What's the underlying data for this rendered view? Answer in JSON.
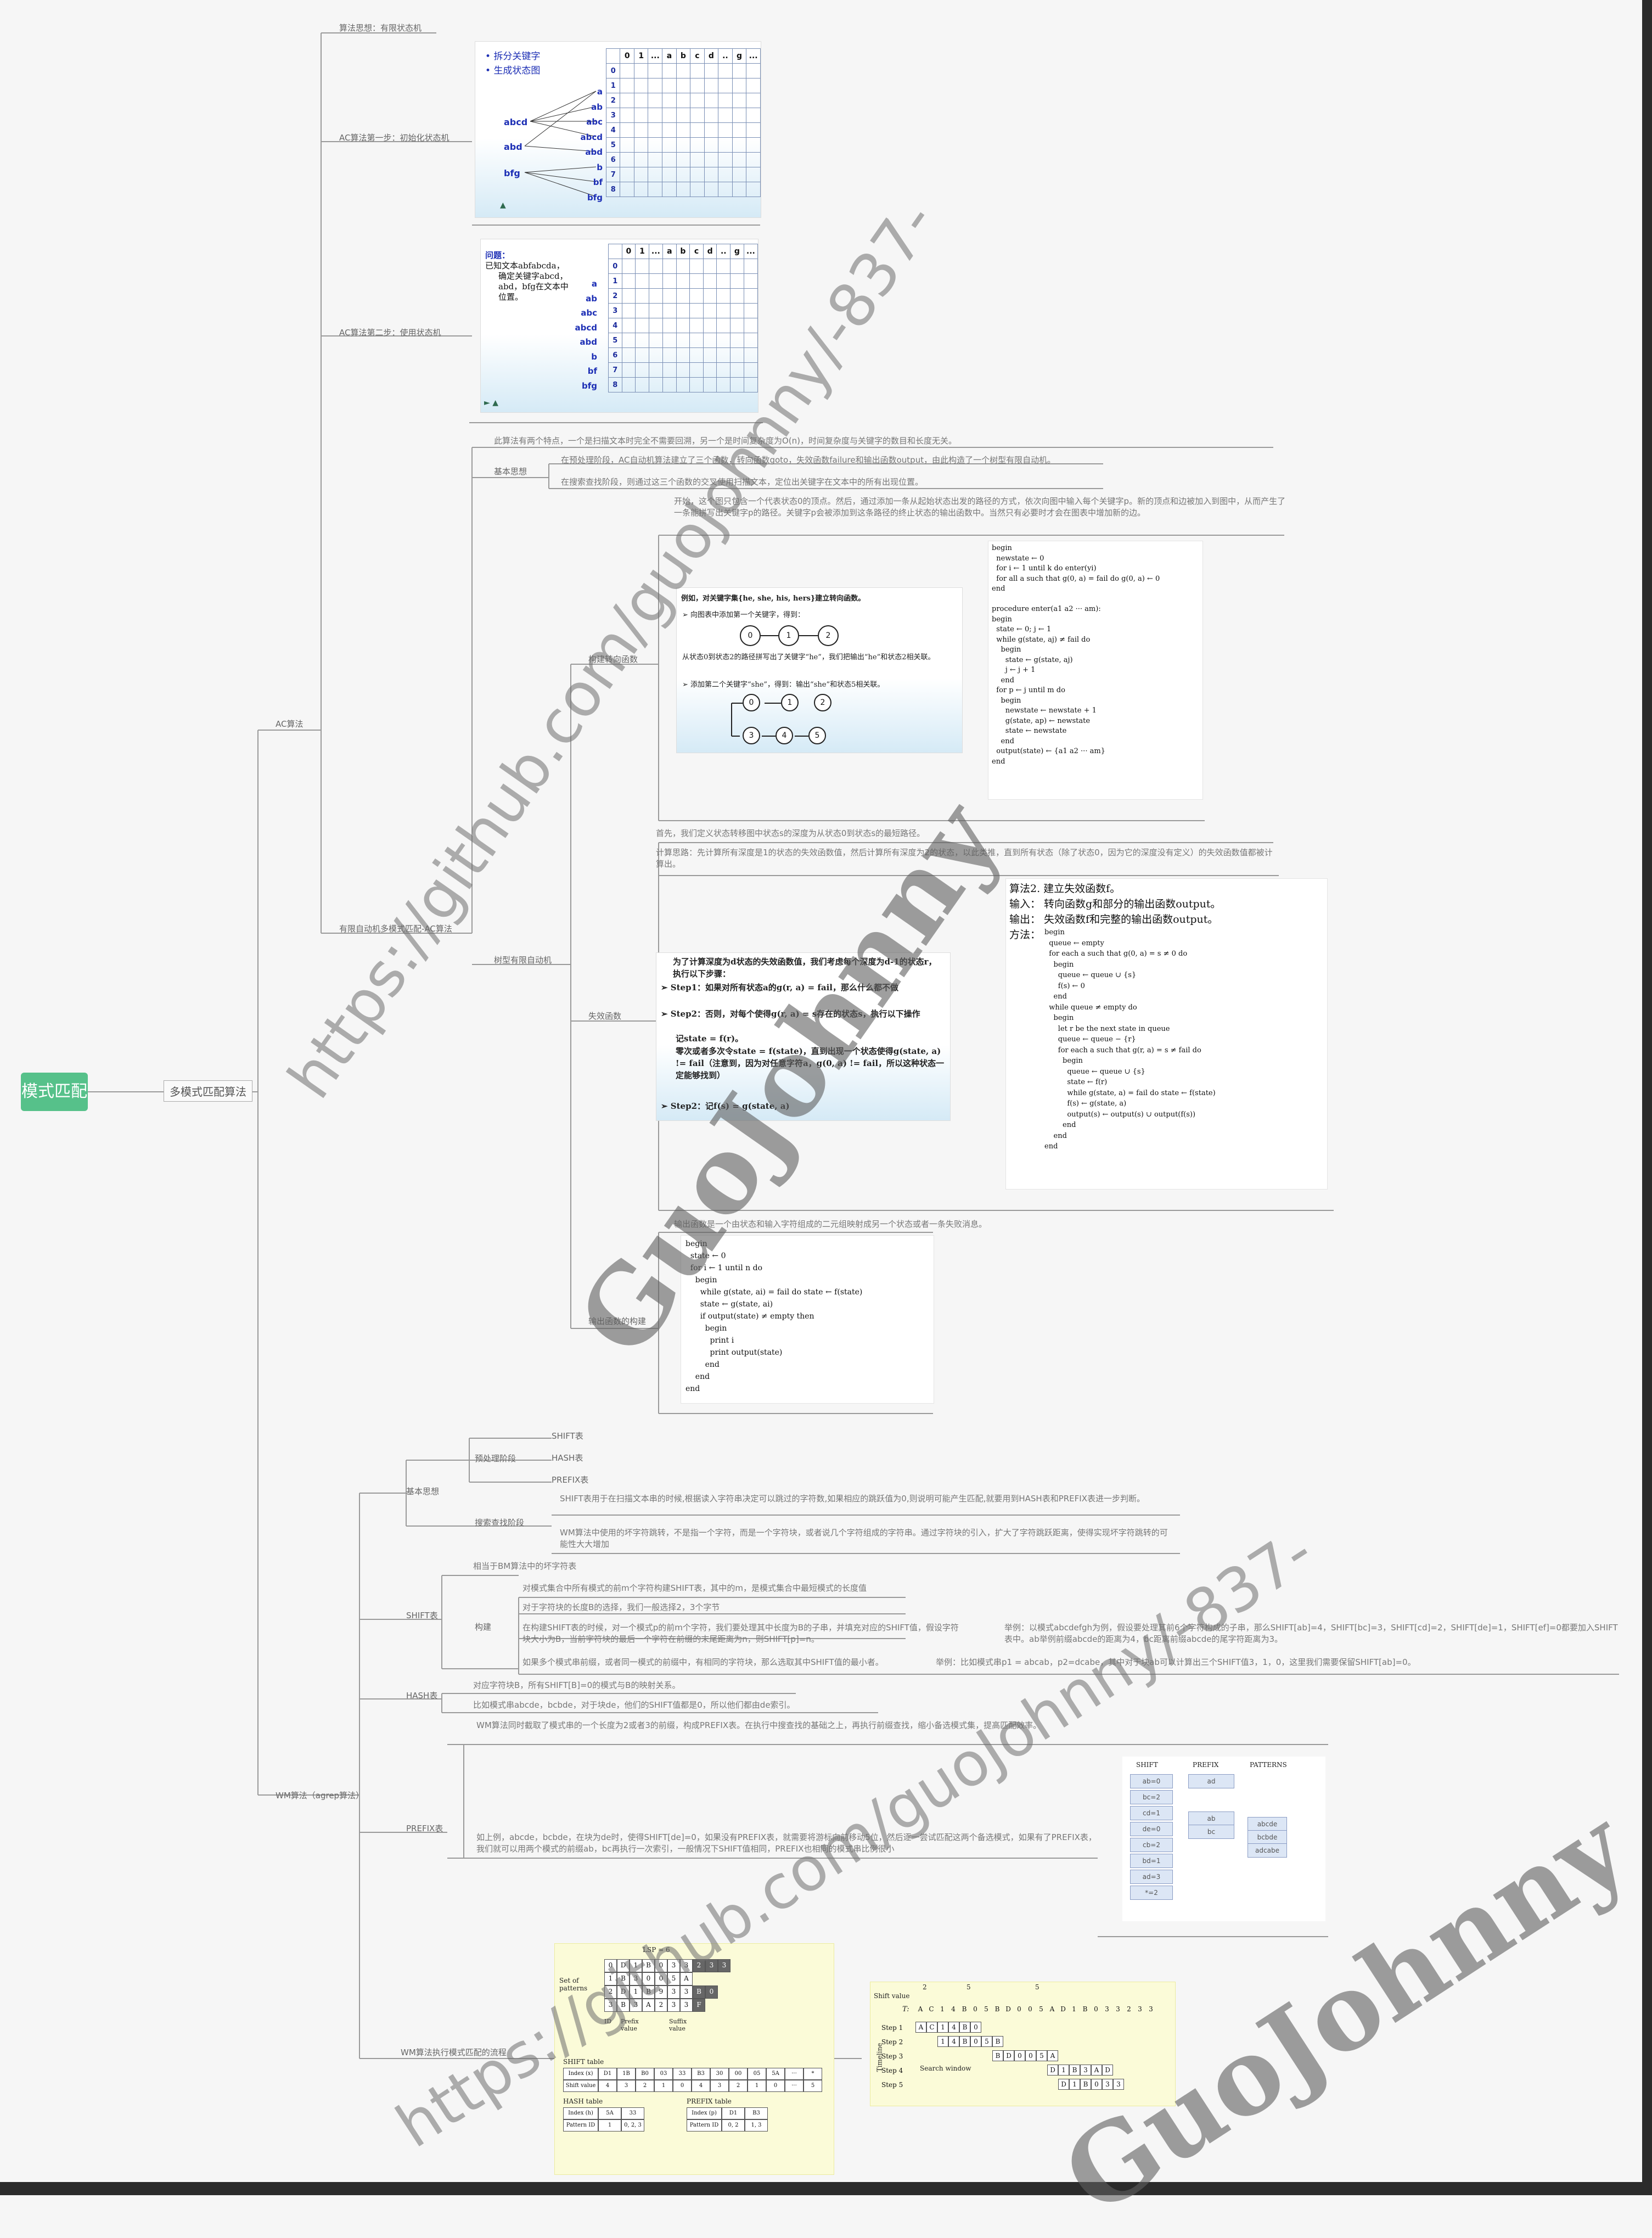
{
  "root": "模式匹配",
  "level1": "多模式匹配算法",
  "ac": {
    "label": "AC算法",
    "step_idea": "算法思想：有限状态机",
    "step1": "AC算法第一步：初始化状态机",
    "step2": "AC算法第二步：使用状态机",
    "fsm_label": "有限自动机多模式匹配-AC算法",
    "basic": {
      "label": "基本思想",
      "n1": "此算法有两个特点，一个是扫描文本时完全不需要回溯，另一个是时间复杂度为O(n)，时间复杂度与关键字的数目和长度无关。",
      "n2": "在预处理阶段，AC自动机算法建立了三个函数，转向函数goto，失效函数failure和输出函数output，由此构造了一个树型有限自动机。",
      "n3": "在搜索查找阶段，则通过这三个函数的交叉使用扫描文本，定位出关键字在文本中的所有出现位置。"
    },
    "tree": {
      "label": "树型有限自动机",
      "goto_label": "构建转向函数",
      "goto_note": "开始，这个图只包含一个代表状态0的顶点。然后，通过添加一条从起始状态出发的路径的方式，依次向图中输入每个关键字p。新的顶点和边被加入到图中，从而产生了一条能拼写出关键字p的路径。关键字p会被添加到这条路径的终止状态的输出函数中。当然只有必要时才会在图表中增加新的边。",
      "fail_label": "失效函数",
      "fail_n1": "首先，我们定义状态转移图中状态s的深度为从状态0到状态s的最短路径。",
      "fail_n2": "计算思路：先计算所有深度是1的状态的失效函数值，然后计算所有深度为2的状态，以此类推，直到所有状态（除了状态0，因为它的深度没有定义）的失效函数值都被计算出。",
      "out_label": "输出函数的构建",
      "out_note": "输出函数是一个由状态和输入字符组成的二元组映射成另一个状态或者一条失败消息。"
    },
    "slide1": {
      "bullets": [
        "拆分关键字",
        "生成状态图"
      ],
      "words": [
        "abcd",
        "abd",
        "bfg"
      ],
      "targets": [
        "a",
        "ab",
        "abc",
        "abcd",
        "abd",
        "b",
        "bf",
        "bfg"
      ]
    },
    "slide2": {
      "lines": [
        "问题：",
        "已知文本abfabcda，",
        "确定关键字abcd，",
        "abd，bfg在文本中",
        "位置。"
      ],
      "targets": [
        "a",
        "ab",
        "abc",
        "abcd",
        "abd",
        "b",
        "bf",
        "bfg"
      ]
    },
    "table_header": [
      "",
      "0",
      "1",
      "...",
      "a",
      "b",
      "c",
      "d",
      "..",
      "g",
      "..."
    ],
    "goto_slide": {
      "title": "例如，对关键字集{he, she, his, hers}建立转向函数。",
      "l1": "向图表中添加第一个关键字，得到：",
      "l2": "从状态0到状态2的路径拼写出了关键字“he”，我们把输出“he”和状态2相关联。",
      "l3": "添加第二个关键字“she”，得到：输出“she”和状态5相关联。"
    },
    "fail_slide": {
      "t1": "为了计算深度为d状态的失效函数值，我们考虑每个深度为d-1的状态r，执行以下步骤：",
      "s1": "Step1：如果对所有状态a的g(r, a) = fail，那么什么都不做",
      "s2": "Step2：否则，对每个使得g(r, a) = s存在的状态s，执行以下操作",
      "s3": "记state = f(r)。",
      "s4": "零次或者多次令state = f(state)，直到出现一个状态使得g(state, a) != fail（注意到，因为对任意字符a，g(0, a) != fail，所以这种状态一定能够找到）",
      "s5": "Step2：记f(s) = g(state, a)"
    },
    "alg1": "begin\n  newstate ← 0\n  for i ← 1 until k do enter(yi)\n  for all a such that g(0, a) = fail do g(0, a) ← 0\nend\n\nprocedure enter(a1 a2 ··· am):\nbegin\n  state ← 0; j ← 1\n  while g(state, aj) ≠ fail do\n    begin\n      state ← g(state, aj)\n      j ← j + 1\n    end\n  for p ← j until m do\n    begin\n      newstate ← newstate + 1\n      g(state, ap) ← newstate\n      state ← newstate\n    end\n  output(state) ← {a1 a2 ··· am}\nend",
    "alg2_head": [
      "算法2.  建立失效函数f。",
      "输入：  转向函数g和部分的输出函数output。",
      "输出：  失效函数f和完整的输出函数output。",
      "方法："
    ],
    "alg2": "begin\n  queue ← empty\n  for each a such that g(0, a) = s ≠ 0 do\n    begin\n      queue ← queue ∪ {s}\n      f(s) ← 0\n    end\n  while queue ≠ empty do\n    begin\n      let r be the next state in queue\n      queue ← queue − {r}\n      for each a such that g(r, a) = s ≠ fail do\n        begin\n          queue ← queue ∪ {s}\n          state ← f(r)\n          while g(state, a) = fail do state ← f(state)\n          f(s) ← g(state, a)\n          output(s) ← output(s) ∪ output(f(s))\n        end\n    end\nend",
    "alg3": "begin\n  state ← 0\n  for i ← 1 until n do\n    begin\n      while g(state, ai) = fail do state ← f(state)\n      state ← g(state, ai)\n      if output(state) ≠ empty then\n        begin\n          print i\n          print output(state)\n        end\n    end\nend"
  },
  "wm": {
    "label": "WM算法（agrep算法）",
    "basic": {
      "label": "基本思想",
      "pre_label": "预处理阶段",
      "pre_items": [
        "SHIFT表",
        "HASH表",
        "PREFIX表"
      ],
      "search_label": "搜索查找阶段",
      "search_n1": "SHIFT表用于在扫描文本串的时候,根据读入字符串决定可以跳过的字符数,如果相应的跳跃值为0,则说明可能产生匹配,就要用到HASH表和PREFIX表进一步判断。",
      "search_n2": "WM算法中使用的坏字符跳转，不是指一个字符，而是一个字符块，或者说几个字符组成的字符串。通过字符块的引入，扩大了字符跳跃距离，使得实现坏字符跳转的可能性大大增加"
    },
    "shift": {
      "label": "SHIFT表",
      "n1": "相当于BM算法中的坏字符表",
      "build_label": "构建",
      "b1": "对模式集合中所有模式的前m个字符构建SHIFT表，其中的m，是模式集合中最短模式的长度值",
      "b2": "对于字符块的长度B的选择，我们一般选择2，3个字节",
      "b3": "在构建SHIFT表的时候，对一个模式p的前m个字符，我们要处理其中长度为B的子串，并填充对应的SHIFT值，假设字符块大小为B，当前字符块的最后一个字符在前缀的末尾距离为n，则SHIFT[p]=n。",
      "b3_ex": "举例：以模式abcdefgh为例，假设要处理其前6个字符构成的子串，那么SHIFT[ab]=4，SHIFT[bc]=3，SHIFT[cd]=2，SHIFT[de]=1，SHIFT[ef]=0都要加入SHIFT表中。ab举例前缀abcde的距离为4，bc距离前缀abcde的尾字符距离为3。",
      "b4": "如果多个模式串前缀，或者同一模式的前缀中，有相同的字符块，那么选取其中SHIFT值的最小者。",
      "b4_ex": "举例：比如模式串p1 = abcab，p2=dcabe，其中对于块ab可以计算出三个SHIFT值3，1，0，这里我们需要保留SHIFT[ab]=0。"
    },
    "hash": {
      "label": "HASH表",
      "n1": "对应字符块B，所有SHIFT[B]=0的模式与B的映射关系。",
      "n2": "比如模式串abcde，bcbde，对于块de，他们的SHIFT值都是0，所以他们都由de索引。"
    },
    "prefix": {
      "label": "PREFIX表",
      "n1": "WM算法同时截取了模式串的一个长度为2或者3的前缀，构成PREFIX表。在执行中搜查找的基础之上，再执行前缀查找，缩小备选模式集，提高匹配效率。",
      "n2": "如上例，abcde，bcbde，在块为de时，使得SHIFT[de]=0，如果没有PREFIX表，就需要将游标向前移动5位，然后逐一尝试匹配这两个备选模式，如果有了PREFIX表，我们就可以用两个模式的前缀ab，bc再执行一次索引，一般情况下SHIFT值相同，PREFIX也相同的模式串比例很小",
      "fig_heads": [
        "SHIFT",
        "PREFIX",
        "PATTERNS"
      ],
      "fig_shift": [
        "ab=0",
        "bc=2",
        "cd=1",
        "de=0",
        "cb=2",
        "bd=1",
        "ad=3",
        "*=2"
      ],
      "fig_prefix": [
        "ad",
        "ab",
        "bc"
      ],
      "fig_patterns": [
        "abcde",
        "bcbde",
        "adcabe"
      ]
    },
    "flow": {
      "label": "WM算法执行模式匹配的流程",
      "set_label": "Set of patterns",
      "lsp": "LSP = 6",
      "id_label": "ID",
      "prefix_value": "Prefix value",
      "suffix_value": "Suffix value",
      "rows": [
        [
          "0",
          "D",
          "1",
          "B",
          "0",
          "3",
          "3",
          "2",
          "3",
          "3"
        ],
        [
          "1",
          "B",
          "3",
          "0",
          "0",
          "5",
          "A"
        ],
        [
          "2",
          "D",
          "1",
          "B",
          "9",
          "3",
          "3",
          "B",
          "0"
        ],
        [
          "3",
          "B",
          "3",
          "A",
          "2",
          "3",
          "3",
          "F"
        ]
      ],
      "shift_table": "SHIFT table",
      "shift_idx": [
        "Index (x)",
        "D1",
        "1B",
        "B0",
        "03",
        "33",
        "B3",
        "30",
        "00",
        "05",
        "5A",
        "···",
        "*"
      ],
      "shift_val": [
        "Shift value",
        "4",
        "3",
        "2",
        "1",
        "0",
        "4",
        "3",
        "2",
        "1",
        "0",
        "···",
        "5"
      ],
      "hash_table": "HASH table",
      "hash_idx": [
        "Index (h)",
        "5A",
        "33"
      ],
      "hash_val": [
        "Pattern ID",
        "1",
        "0, 2, 3"
      ],
      "prefix_table": "PREFIX table",
      "prefix_idx": [
        "Index (p)",
        "D1",
        "B3"
      ],
      "prefix_val": [
        "Pattern ID",
        "0, 2",
        "1, 3"
      ],
      "shift_value": "Shift value",
      "sv_nums": [
        "2",
        "5",
        "5"
      ],
      "text_label": "T:",
      "text": [
        "A",
        "C",
        "1",
        "4",
        "B",
        "0",
        "5",
        "B",
        "D",
        "0",
        "0",
        "5",
        "A",
        "D",
        "1",
        "B",
        "0",
        "3",
        "3",
        "2",
        "3",
        "3"
      ],
      "steps": [
        "Step 1",
        "Step 2",
        "Step 3",
        "Step 4",
        "Step 5"
      ],
      "timeline": "Timeline",
      "search_window": "Search window",
      "win": [
        [
          "A",
          "C",
          "1",
          "4",
          "B",
          "0"
        ],
        [
          "1",
          "4",
          "B",
          "0",
          "5",
          "B"
        ],
        [
          "B",
          "D",
          "0",
          "0",
          "5",
          "A"
        ],
        [
          "D",
          "1",
          "B",
          "3",
          "A",
          "D"
        ],
        [
          "D",
          "1",
          "B",
          "0",
          "3",
          "3"
        ]
      ]
    }
  },
  "watermarks": [
    "https://github.com/guoJohnny/-837-",
    "GuoJohnny"
  ]
}
